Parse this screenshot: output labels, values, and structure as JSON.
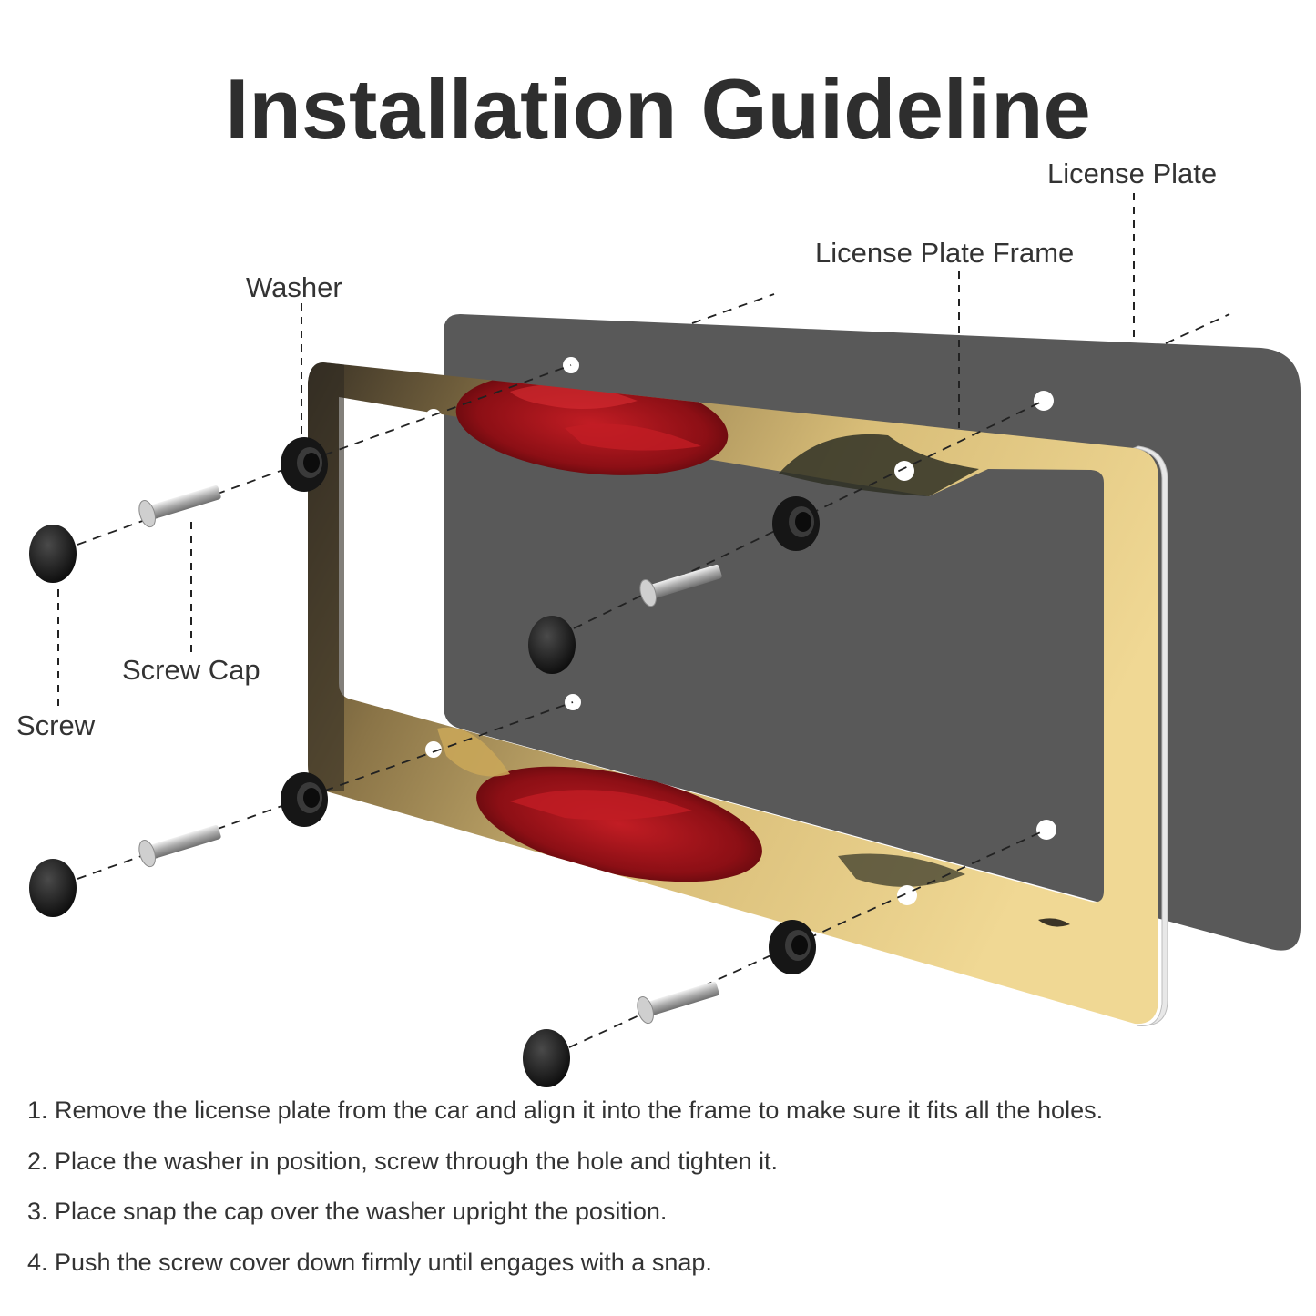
{
  "title": "Installation Guideline",
  "labels": {
    "license_plate": "License Plate",
    "license_plate_frame": "License Plate Frame",
    "washer": "Washer",
    "screw_cap": "Screw Cap",
    "screw": "Screw"
  },
  "steps": [
    "1. Remove the license plate from the car and align it into the frame to make sure it fits all the holes.",
    "2. Place the washer in position, screw through the hole and tighten it.",
    "3. Place snap the cap over the washer upright the position.",
    "4. Push the screw cover down firmly until engages with a snap."
  ],
  "colors": {
    "plate": "#595959",
    "frame_gold": "#d9b45c",
    "rose_red": "#a8141c",
    "hardware_black": "#141414",
    "text": "#2e2e2e"
  }
}
